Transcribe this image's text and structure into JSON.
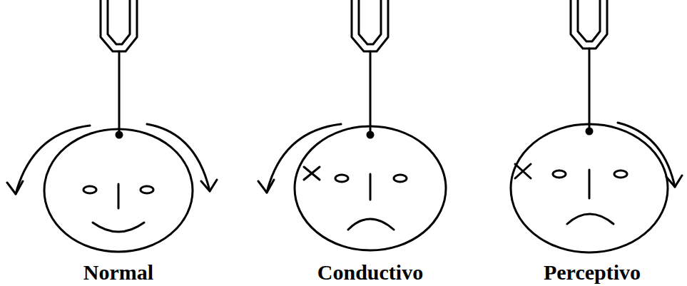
{
  "diagram": {
    "labels": [
      "Normal",
      "Conductivo",
      "Perceptivo"
    ]
  }
}
